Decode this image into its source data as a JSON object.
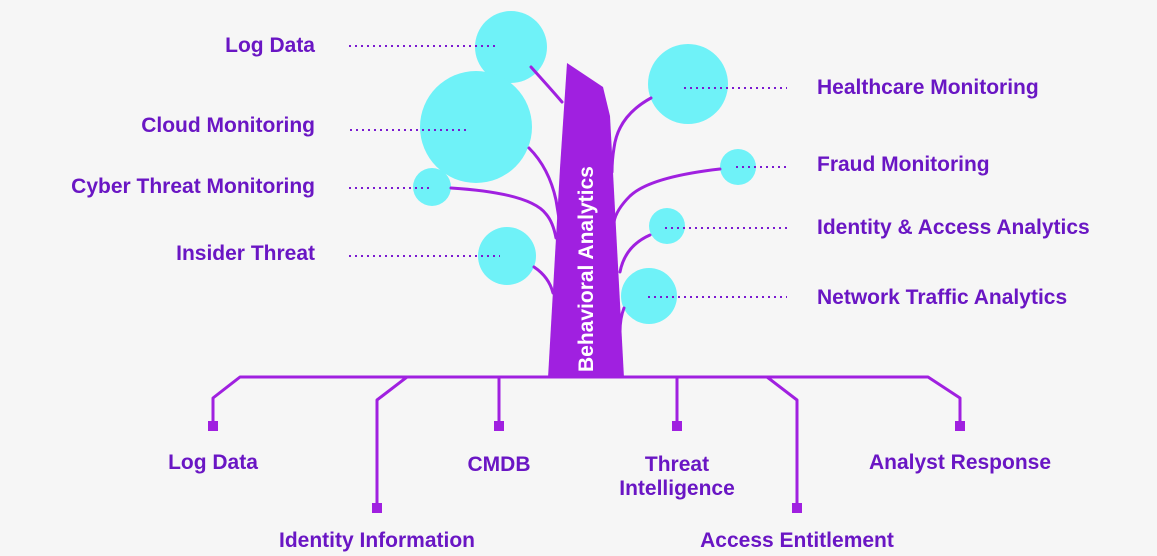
{
  "trunk_label": "Behavioral Analytics",
  "left_branches": [
    {
      "label": "Log Data"
    },
    {
      "label": "Cloud Monitoring"
    },
    {
      "label": "Cyber Threat Monitoring"
    },
    {
      "label": "Insider Threat"
    }
  ],
  "right_branches": [
    {
      "label": "Healthcare Monitoring"
    },
    {
      "label": "Fraud Monitoring"
    },
    {
      "label": "Identity & Access Analytics"
    },
    {
      "label": "Network Traffic Analytics"
    }
  ],
  "roots": [
    {
      "label": "Log Data"
    },
    {
      "label": "Identity Information"
    },
    {
      "label": "CMDB"
    },
    {
      "label": "Threat\nIntelligence"
    },
    {
      "label": "Access Entitlement"
    },
    {
      "label": "Analyst Response"
    }
  ],
  "colors": {
    "accent": "#a020e0",
    "text": "#6a16c4",
    "leaf": "#6ff2f8",
    "dots": "#7a1ad0"
  }
}
